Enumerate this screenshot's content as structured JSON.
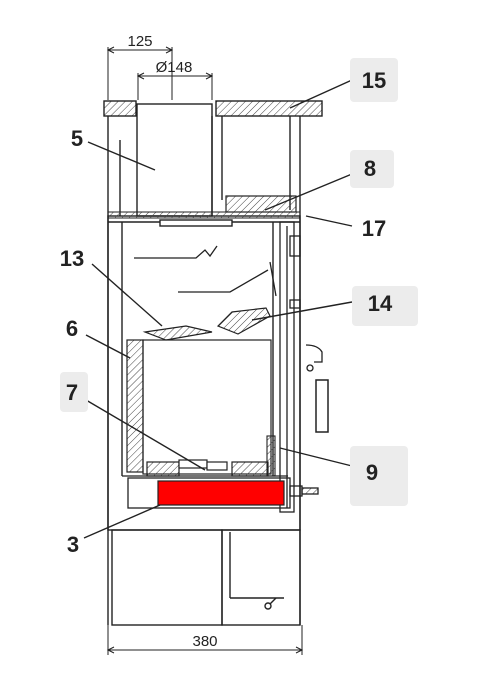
{
  "dimensions": {
    "top_width": "125",
    "flue_diameter": "Ø148",
    "total_width": "380"
  },
  "labels": [
    "5",
    "13",
    "6",
    "7",
    "3",
    "15",
    "8",
    "17",
    "14",
    "9"
  ],
  "highlight_color": "#ff0000",
  "label_box_color": "#ececec"
}
